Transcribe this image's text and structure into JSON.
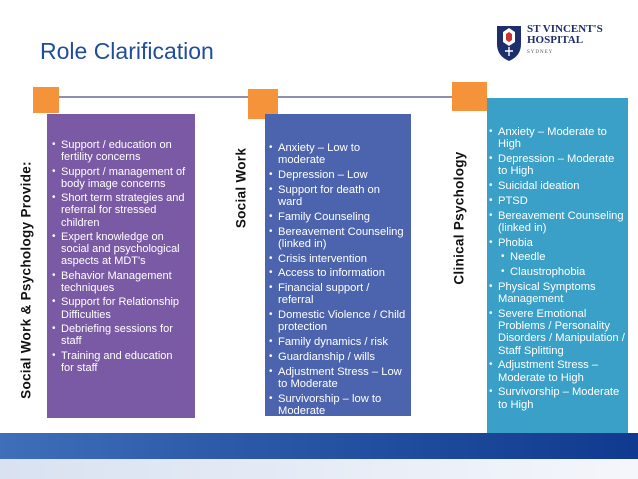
{
  "slide": {
    "title": "Role Clarification"
  },
  "logo": {
    "line1": "ST VINCENT'S",
    "line2": "HOSPITAL",
    "line3": "SYDNEY"
  },
  "columns": [
    {
      "label": "Social Work & Psychology Provide:",
      "items": [
        "Support / education on fertility concerns",
        "Support / management of body image concerns",
        "Short term strategies and referral for stressed children",
        "Expert knowledge on social and psychological aspects at MDT's",
        "Behavior Management techniques",
        "Support for Relationship Difficulties",
        "Debriefing sessions for staff",
        "Training and education for staff"
      ]
    },
    {
      "label": "Social Work",
      "items": [
        "Anxiety – Low to moderate",
        "Depression – Low",
        "Support for death on ward",
        "Family Counseling",
        "Bereavement Counseling (linked in)",
        "Crisis intervention",
        "Access to information",
        "Financial support / referral",
        "Domestic Violence / Child protection",
        "Family dynamics / risk",
        "Guardianship / wills",
        "Adjustment Stress – Low to Moderate",
        "Survivorship – low to Moderate"
      ]
    },
    {
      "label": "Clinical Psychology",
      "items": [
        "Anxiety – Moderate to High",
        "Depression – Moderate to High",
        "Suicidal ideation",
        "PTSD",
        "Bereavement Counseling (linked in)",
        "Phobia",
        "Needle",
        "Claustrophobia",
        "Physical Symptoms Management",
        "Severe Emotional Problems / Personality Disorders / Manipulation / Staff Splitting",
        "Adjustment Stress – Moderate to High",
        "Survivorship – Moderate to High"
      ]
    }
  ],
  "colors": {
    "title": "#1f4e9c",
    "accent_square": "#f4933a",
    "box1": "#7a5aa4",
    "box2": "#4c64ae",
    "box3": "#3ba0c7",
    "footer_band": "#2d5aa8"
  }
}
